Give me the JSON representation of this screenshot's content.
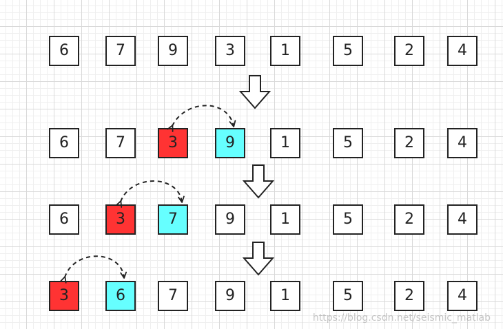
{
  "colors": {
    "swap_left": "#ff3333",
    "swap_right": "#66ffff",
    "default": "#ffffff",
    "border": "#222222"
  },
  "rows": [
    [
      {
        "value": "6",
        "state": "default"
      },
      {
        "value": "7",
        "state": "default"
      },
      {
        "value": "9",
        "state": "default"
      },
      {
        "value": "3",
        "state": "default"
      },
      {
        "value": "1",
        "state": "default"
      },
      {
        "value": "5",
        "state": "default"
      },
      {
        "value": "2",
        "state": "default"
      },
      {
        "value": "4",
        "state": "default"
      }
    ],
    [
      {
        "value": "6",
        "state": "default"
      },
      {
        "value": "7",
        "state": "default"
      },
      {
        "value": "3",
        "state": "swap_left"
      },
      {
        "value": "9",
        "state": "swap_right"
      },
      {
        "value": "1",
        "state": "default"
      },
      {
        "value": "5",
        "state": "default"
      },
      {
        "value": "2",
        "state": "default"
      },
      {
        "value": "4",
        "state": "default"
      }
    ],
    [
      {
        "value": "6",
        "state": "default"
      },
      {
        "value": "3",
        "state": "swap_left"
      },
      {
        "value": "7",
        "state": "swap_right"
      },
      {
        "value": "9",
        "state": "default"
      },
      {
        "value": "1",
        "state": "default"
      },
      {
        "value": "5",
        "state": "default"
      },
      {
        "value": "2",
        "state": "default"
      },
      {
        "value": "4",
        "state": "default"
      }
    ],
    [
      {
        "value": "3",
        "state": "swap_left"
      },
      {
        "value": "6",
        "state": "swap_right"
      },
      {
        "value": "7",
        "state": "default"
      },
      {
        "value": "9",
        "state": "default"
      },
      {
        "value": "1",
        "state": "default"
      },
      {
        "value": "5",
        "state": "default"
      },
      {
        "value": "2",
        "state": "default"
      },
      {
        "value": "4",
        "state": "default"
      }
    ]
  ],
  "watermark": "https://blog.csdn.net/seismic_matlab"
}
